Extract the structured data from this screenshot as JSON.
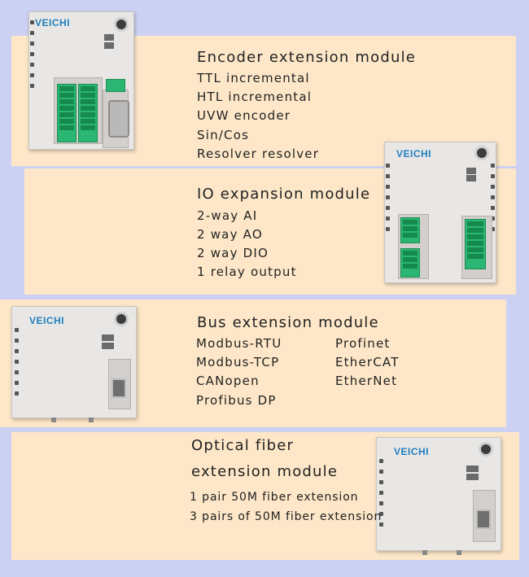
{
  "sections": [
    {
      "title": "Encoder extension module",
      "items": [
        "TTL incremental",
        "HTL incremental",
        "UVW encoder",
        "Sin/Cos",
        "Resolver resolver"
      ]
    },
    {
      "title": "IO expansion module",
      "items": [
        "2-way AI",
        "2 way AO",
        "2 way DIO",
        "1 relay output"
      ]
    },
    {
      "title": "Bus extension module",
      "items_left": [
        "Modbus-RTU",
        "Modbus-TCP",
        "CANopen",
        "Profibus DP"
      ],
      "items_right": [
        "Profinet",
        "EtherCAT",
        "EtherNet"
      ]
    },
    {
      "title_line1": "Optical fiber",
      "title_line2": "extension module",
      "items": [
        "1 pair 50M fiber extension",
        "3 pairs of 50M fiber extension"
      ]
    }
  ],
  "brand": "VEICHI",
  "colors": {
    "background": "#ccd0f3",
    "panel": "#fde7c8",
    "brand": "#1f7fbf",
    "terminal": "#2bb673"
  }
}
